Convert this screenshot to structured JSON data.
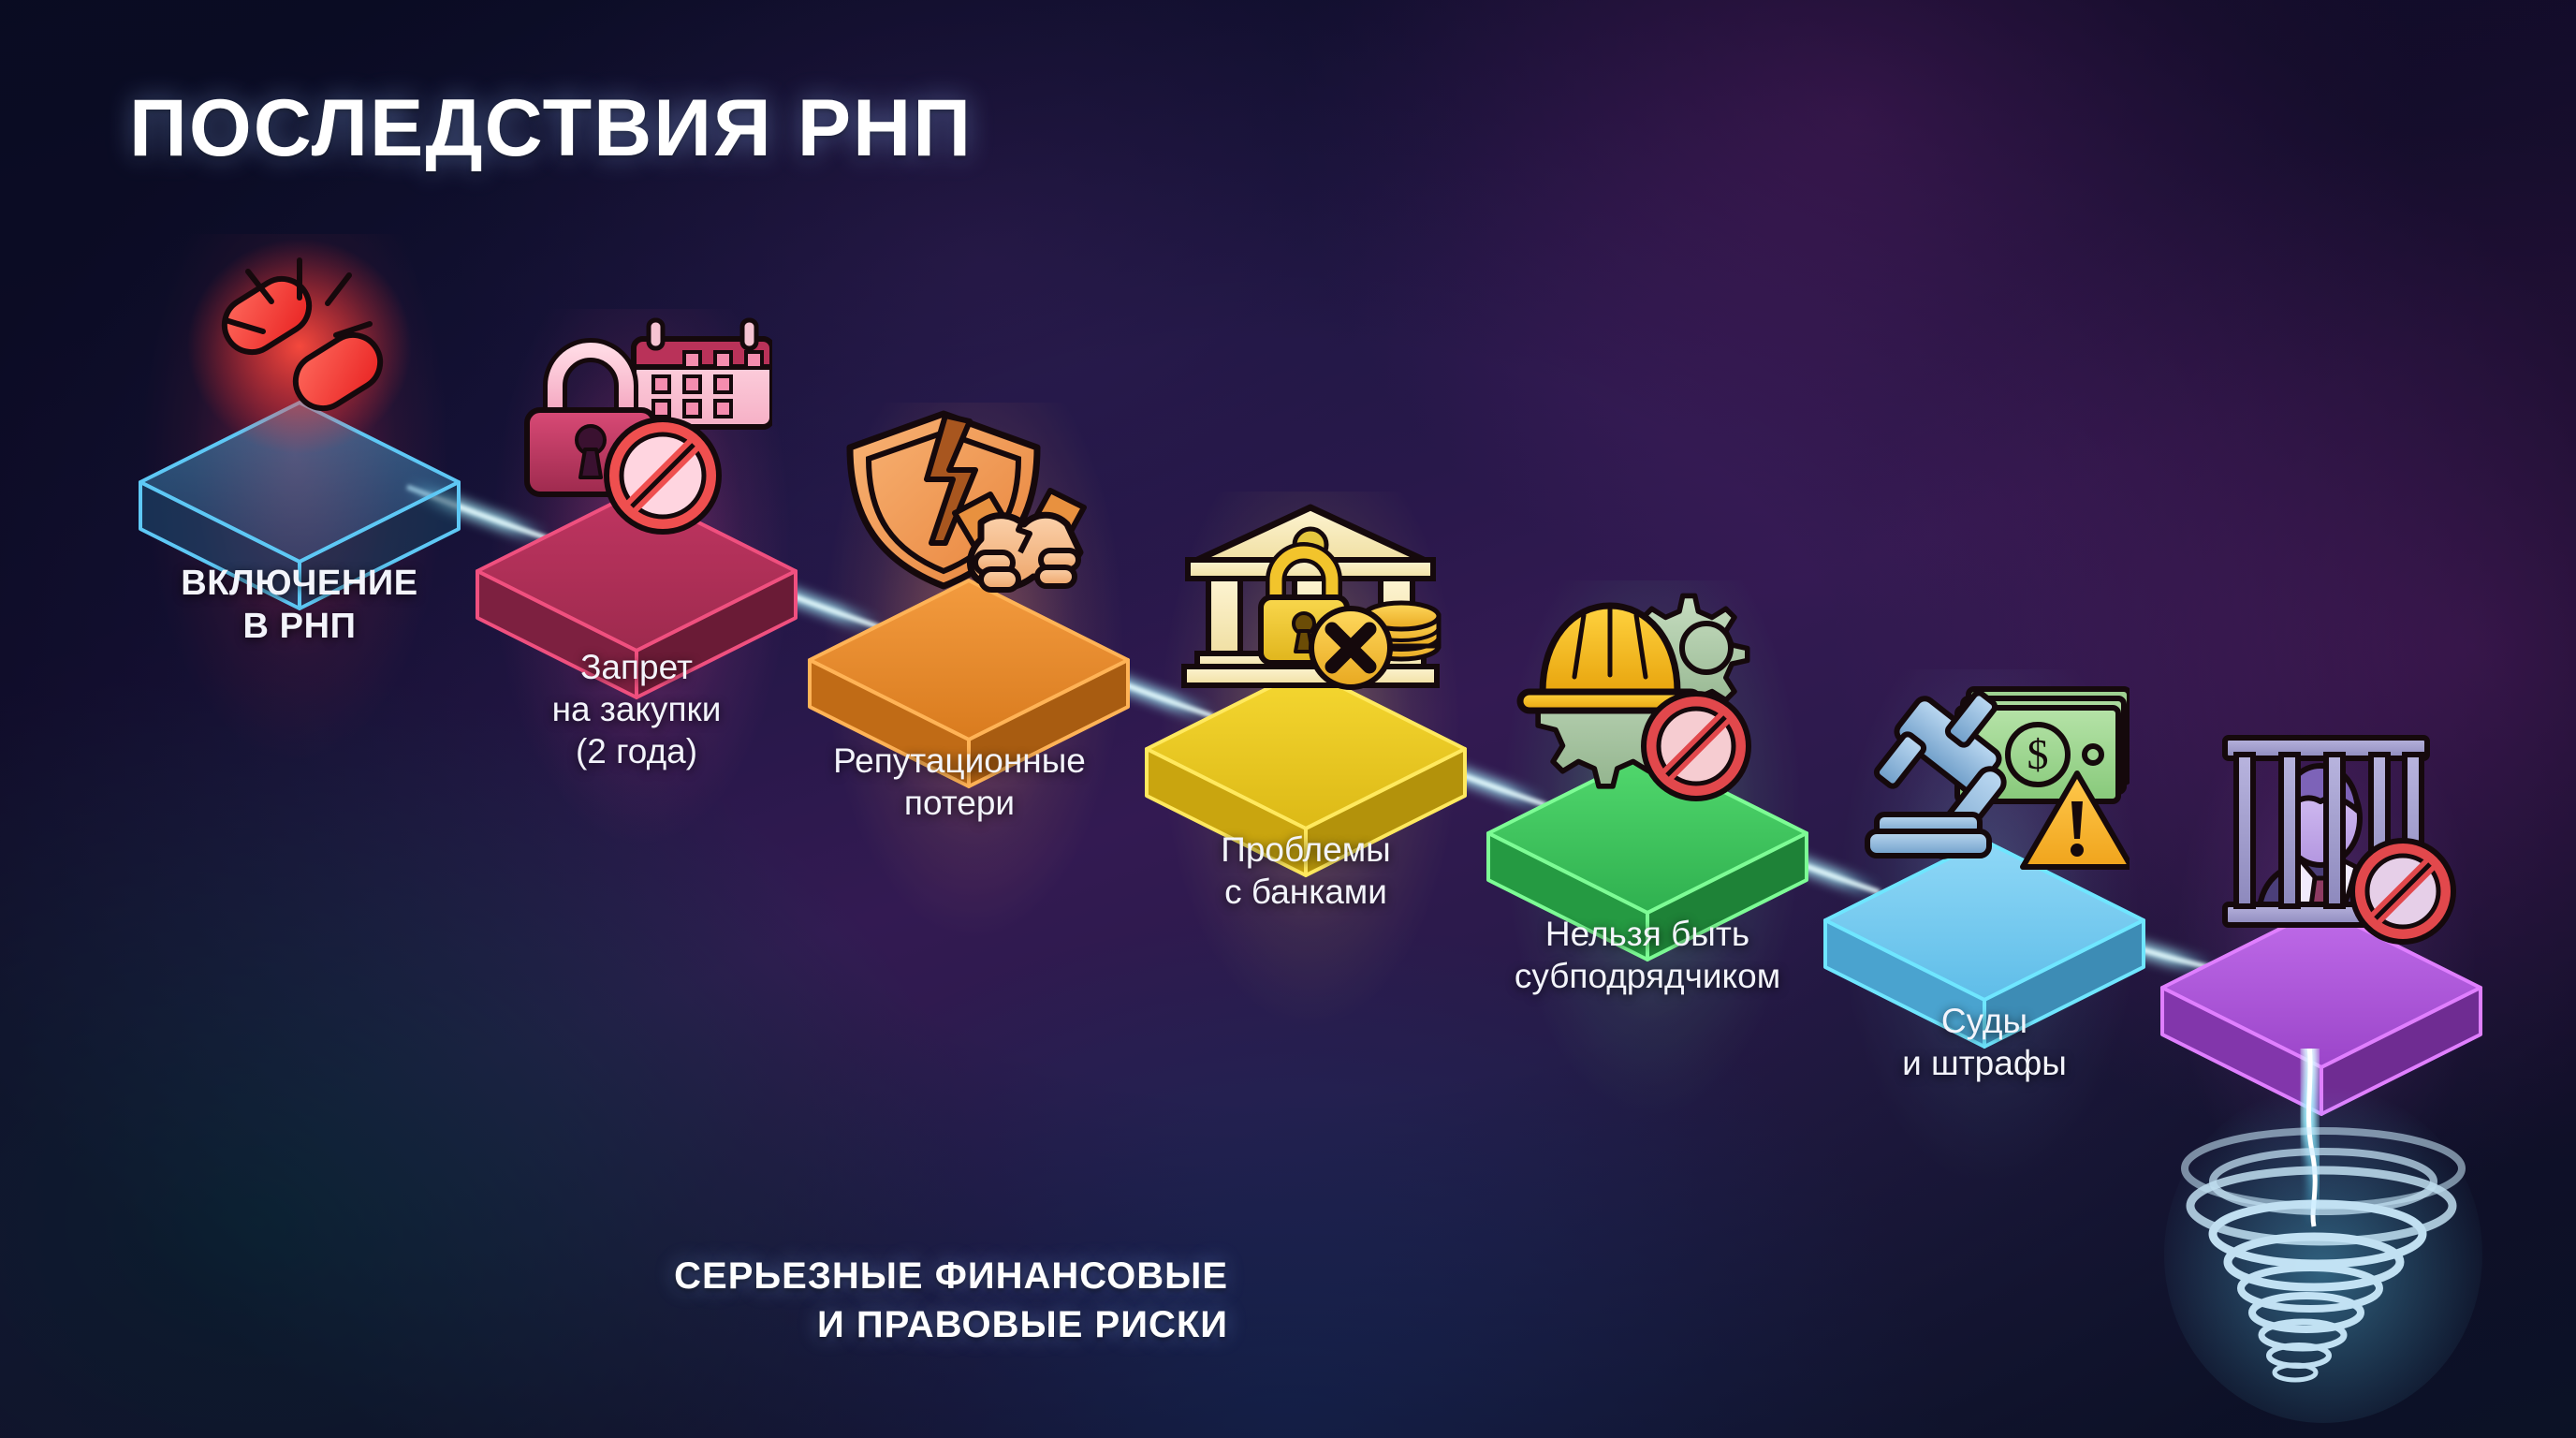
{
  "title": "ПОСЛЕДСТВИЯ РНП",
  "bottom_caption": "СЕРЬЕЗНЫЕ ФИНАНСОВЫЕ\nИ ПРАВОВЫЕ РИСКИ",
  "colors": {
    "background_dark": "#101536",
    "background_purple": "#4b1e63",
    "background_teal": "#123a4e",
    "title_text": "#ffffff",
    "caption_text": "#f3f4fb",
    "beam_cyan": "#6fe9ff"
  },
  "steps": [
    {
      "index": 1,
      "caption": "ВКЛЮЧЕНИЕ\nВ РНП",
      "caption_style": "bold",
      "platform_color": "#3fb6e8",
      "glow_color": "#ff2d2d",
      "icons": [
        "broken-chain-icon",
        "impact-burst-icon"
      ]
    },
    {
      "index": 2,
      "caption": "Запрет\nна закупки\n(2 года)",
      "caption_style": "regular",
      "platform_color": "#d6356a",
      "glow_color": "#c92350",
      "icons": [
        "padlock-icon",
        "calendar-icon",
        "prohibition-icon"
      ]
    },
    {
      "index": 3,
      "caption": "Репутационные\nпотери",
      "caption_style": "regular",
      "platform_color": "#f08a28",
      "glow_color": "#e8751a",
      "icons": [
        "broken-shield-icon",
        "handshake-icon"
      ]
    },
    {
      "index": 4,
      "caption": "Проблемы\nс банками",
      "caption_style": "regular",
      "platform_color": "#f2d024",
      "glow_color": "#e0bb1c",
      "icons": [
        "bank-icon",
        "padlock-icon",
        "coins-icon",
        "cross-circle-icon"
      ]
    },
    {
      "index": 5,
      "caption": "Нельзя быть\nсубподрядчиком",
      "caption_style": "regular",
      "platform_color": "#46d463",
      "glow_color": "#2fae4c",
      "icons": [
        "hard-hat-icon",
        "gear-icon",
        "prohibition-icon"
      ]
    },
    {
      "index": 6,
      "caption": "Суды\nи штрафы",
      "caption_style": "regular",
      "platform_color": "#79d2f5",
      "glow_color": "#3aa8de",
      "icons": [
        "gavel-icon",
        "banknote-icon",
        "warning-triangle-icon"
      ]
    },
    {
      "index": 7,
      "caption": "",
      "caption_style": "regular",
      "platform_color": "#c45ef0",
      "glow_color": "#a03ad8",
      "icons": [
        "prisoner-behind-bars-icon",
        "prohibition-icon",
        "tornado-icon"
      ]
    }
  ]
}
